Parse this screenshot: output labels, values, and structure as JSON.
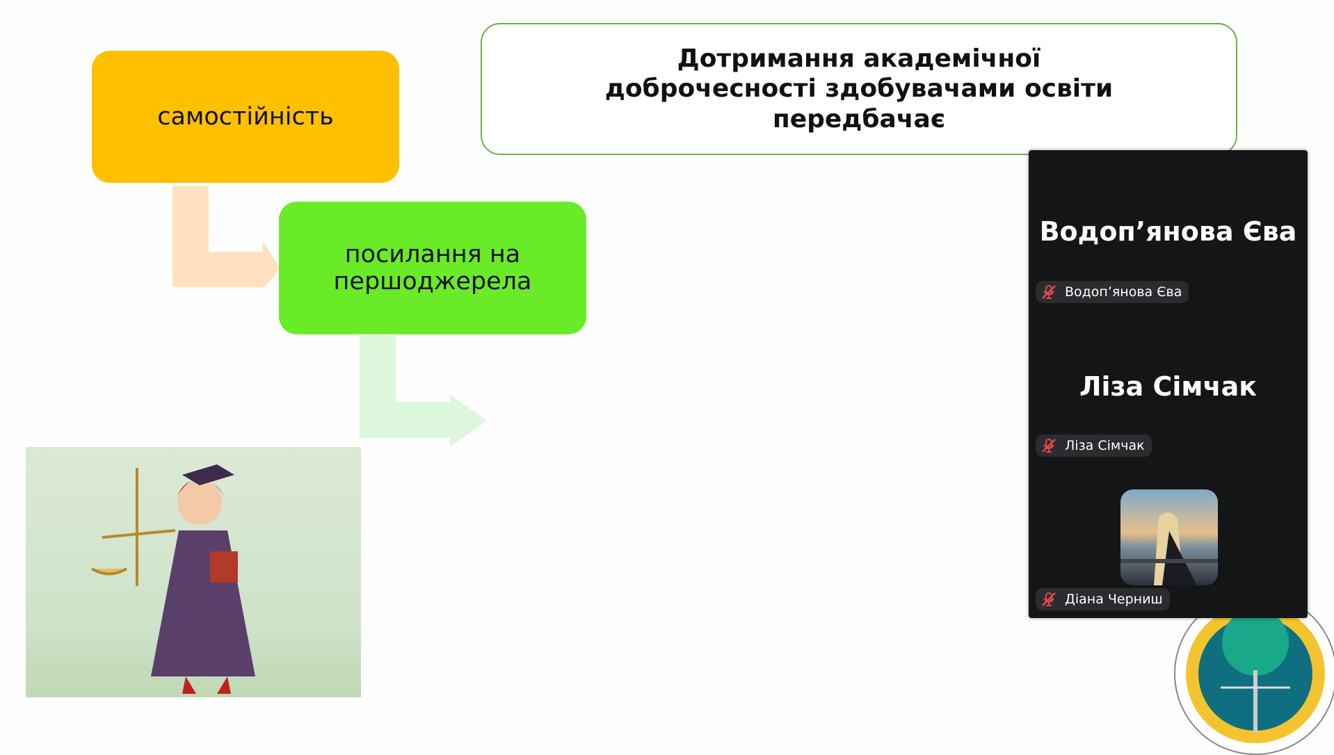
{
  "slide": {
    "title": "Дотримання академічної доброчесності здобувачами освіти передбачає",
    "boxes": [
      {
        "label": "самостійність",
        "color": "#FFC000"
      },
      {
        "label": "посилання на першоджерела",
        "color": "#6AEB28"
      }
    ],
    "accent_border": "#70AD47"
  },
  "video_panel": {
    "participants": [
      {
        "display_name": "Водоп’янова Єва",
        "label": "Водоп’янова Єва",
        "muted": true
      },
      {
        "display_name": "Ліза Сімчак",
        "label": "Ліза Сімчак",
        "muted": true
      },
      {
        "label": "Діана Черниш",
        "muted": true,
        "has_photo": true
      }
    ],
    "muted_icon_color": "#e5484d"
  }
}
